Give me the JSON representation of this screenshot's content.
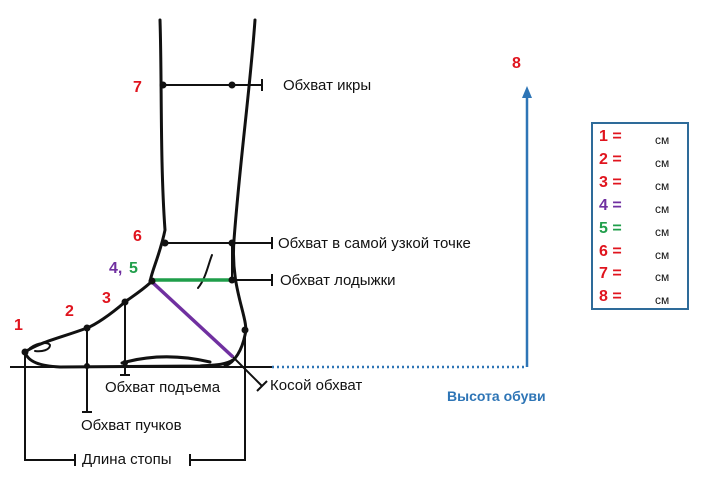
{
  "labels": {
    "calf": "Обхват икры",
    "narrowest": "Обхват в самой узкой точке",
    "ankle": "Обхват лодыжки",
    "instep": "Обхват подъема",
    "oblique": "Косой обхват",
    "ball": "Обхват пучков",
    "length": "Длина стопы",
    "shoe_height": "Высота обуви"
  },
  "points": {
    "p1": "1",
    "p2": "2",
    "p3": "3",
    "p4": "4,",
    "p5": "5",
    "p6": "6",
    "p7": "7",
    "p8": "8"
  },
  "table": {
    "rows": [
      {
        "key": "1 =",
        "unit": "см",
        "color": "#e0141e"
      },
      {
        "key": "2 =",
        "unit": "см",
        "color": "#e0141e"
      },
      {
        "key": "3 =",
        "unit": "см",
        "color": "#e0141e"
      },
      {
        "key": "4 =",
        "unit": "см",
        "color": "#7030a0"
      },
      {
        "key": "5 =",
        "unit": "см",
        "color": "#1f9e4a"
      },
      {
        "key": "6 =",
        "unit": "см",
        "color": "#e0141e"
      },
      {
        "key": "7 =",
        "unit": "см",
        "color": "#e0141e"
      },
      {
        "key": "8 =",
        "unit": "см",
        "color": "#e0141e"
      }
    ]
  },
  "colors": {
    "red": "#e0141e",
    "purple": "#7030a0",
    "green": "#1f9e4a",
    "blue": "#2e75b6"
  }
}
